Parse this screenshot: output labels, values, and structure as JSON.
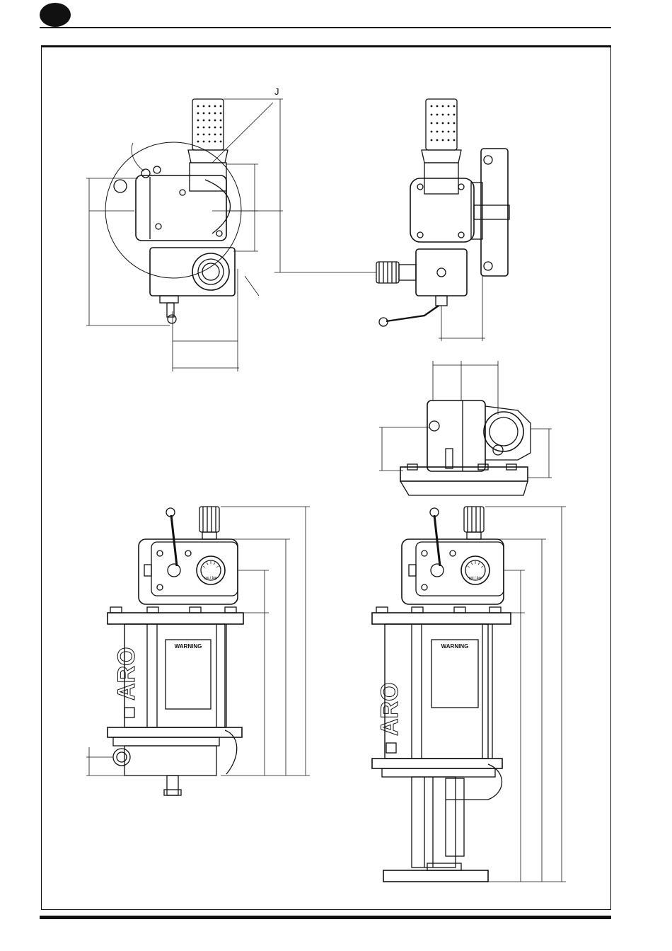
{
  "callouts": {
    "j": "J"
  },
  "labels": {
    "warning_left": "WARNING",
    "warning_right": "WARNING",
    "brand_left": "ARO",
    "brand_right": "ARO",
    "gauge_unit_left": "psi / bar",
    "gauge_unit_right": "psi / bar"
  }
}
